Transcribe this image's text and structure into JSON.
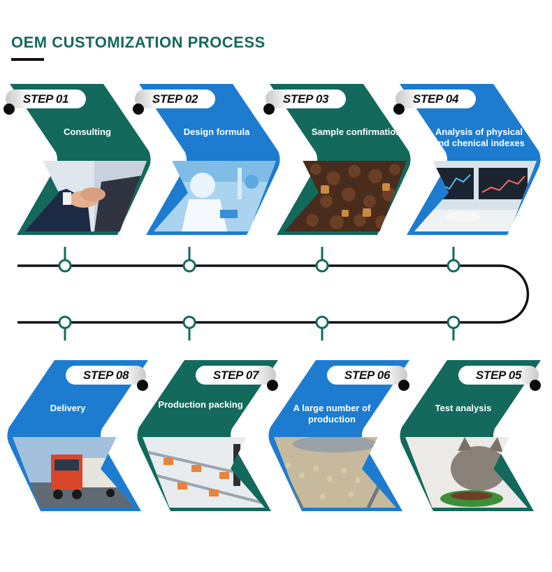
{
  "page": {
    "title": "OEM CUSTOMIZATION PROCESS"
  },
  "colors": {
    "teal": "#12695c",
    "blue": "#1d7cd0",
    "line": "#111111"
  },
  "steps": [
    {
      "step": "STEP 01",
      "label": "Consulting",
      "image": "handshake"
    },
    {
      "step": "STEP 02",
      "label": "Design formula",
      "image": "laboratory"
    },
    {
      "step": "STEP 03",
      "label": "Sample confirmation",
      "image": "pet-food-kibble"
    },
    {
      "step": "STEP 04",
      "label": "Analysis of physical and chenical indexes",
      "image": "monitor-analysis"
    },
    {
      "step": "STEP 05",
      "label": "Test analysis",
      "image": "cat-eating"
    },
    {
      "step": "STEP 06",
      "label": "A large number of production",
      "image": "production-machine"
    },
    {
      "step": "STEP 07",
      "label": "Production packing",
      "image": "packing-line"
    },
    {
      "step": "STEP 08",
      "label": "Delivery",
      "image": "truck"
    }
  ]
}
